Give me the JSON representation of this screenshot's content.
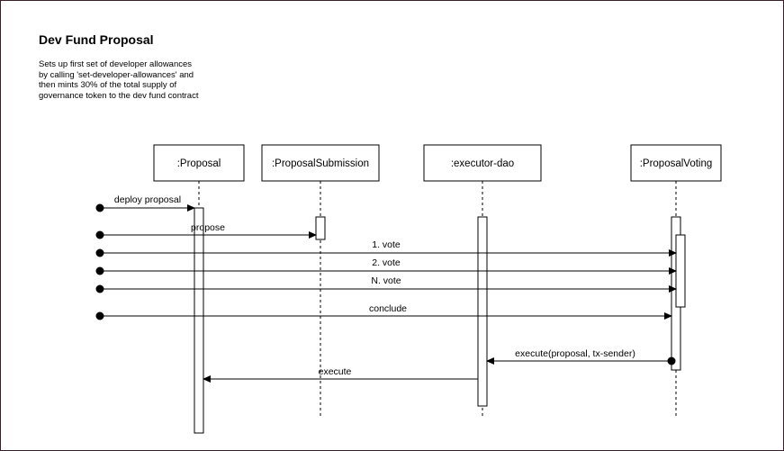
{
  "title": "Dev Fund Proposal",
  "description": [
    "Sets up first set of developer allowances",
    "by calling 'set-developer-allowances' and",
    "then mints 30% of the total supply of",
    "governance token to the dev fund contract"
  ],
  "participants": [
    ":Proposal",
    ":ProposalSubmission",
    ":executor-dao",
    ":ProposalVoting"
  ],
  "messages": [
    "deploy proposal",
    "propose",
    "1. vote",
    "2. vote",
    "N. vote",
    "conclude",
    "execute(proposal, tx-sender)",
    "execute"
  ],
  "colors": {
    "line": "#000000",
    "border": "#3b1e2a",
    "background": "#ffffff"
  }
}
